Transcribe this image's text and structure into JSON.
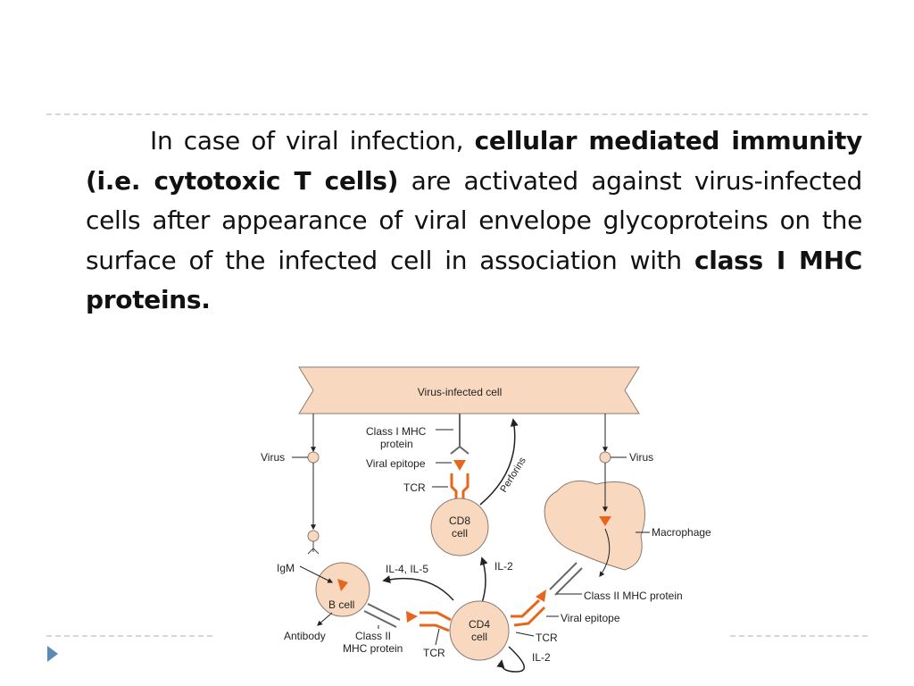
{
  "paragraph": {
    "part1": "In case of viral infection, ",
    "bold1": "cellular mediated immunity (i.e. cytotoxic T cells)",
    "part2": " are activated against virus-infected cells after appearance of viral envelope glycoproteins on the surface of the infected cell in association with ",
    "bold2": "class I MHC proteins."
  },
  "diagram": {
    "virus_infected_cell": "Virus-infected cell",
    "class1_mhc_line1": "Class I MHC",
    "class1_mhc_line2": "protein",
    "viral_epitope_top": "Viral epitope",
    "tcr_top": "TCR",
    "perforins": "Perforins",
    "virus_left": "Virus",
    "virus_right": "Virus",
    "cd8_line1": "CD8",
    "cd8_line2": "cell",
    "macrophage": "Macrophage",
    "il2_mid": "IL-2",
    "igm": "IgM",
    "il4_il5": "IL-4, IL-5",
    "class2_mhc_right": "Class II MHC protein",
    "b_cell": "B cell",
    "viral_epitope_right": "Viral epitope",
    "antibody": "Antibody",
    "class2_mhc_bottom_line1": "Class II",
    "class2_mhc_bottom_line2": "MHC protein",
    "cd4_line1": "CD4",
    "cd4_line2": "cell",
    "tcr_right": "TCR",
    "tcr_bottom": "TCR",
    "il2_bottom": "IL-2"
  },
  "colors": {
    "cell_fill": "#f8d9c0",
    "cell_stroke": "#8a7a70",
    "receptor_orange": "#e8661c",
    "epitope_orange": "#e8661c",
    "rule": "#d6d6d6",
    "marker": "#5a8ab6"
  },
  "icons": {
    "slide_marker": "triangle-right-icon"
  }
}
